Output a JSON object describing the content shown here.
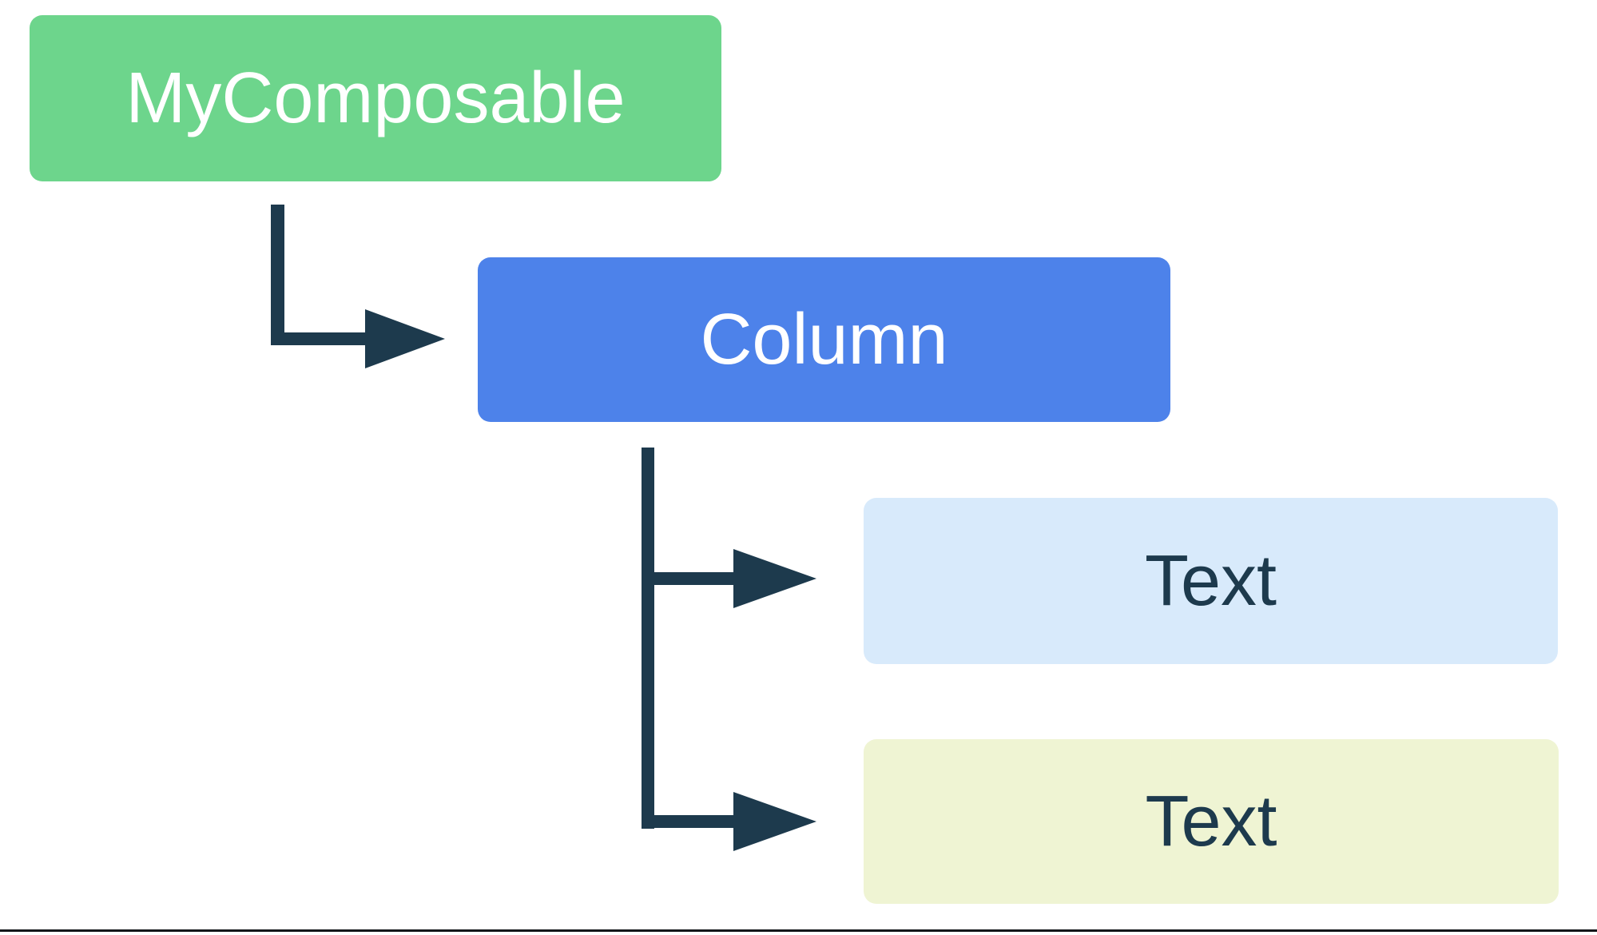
{
  "diagram": {
    "background_color": "#ffffff",
    "connector_color": "#1d3a4d",
    "bottom_rule_color": "#131619",
    "nodes": [
      {
        "id": "mycomposable",
        "label": "MyComposable",
        "fill": "#6dd58c",
        "label_color": "#ffffff"
      },
      {
        "id": "column",
        "label": "Column",
        "fill": "#4d82ea",
        "label_color": "#ffffff"
      },
      {
        "id": "text-1",
        "label": "Text",
        "fill": "#d8eafb",
        "label_color": "#1d3a4d"
      },
      {
        "id": "text-2",
        "label": "Text",
        "fill": "#eff4d3",
        "label_color": "#1d3a4d"
      }
    ],
    "edges": [
      {
        "from": "MyComposable",
        "to": "Column"
      },
      {
        "from": "Column",
        "to": "Text"
      },
      {
        "from": "Column",
        "to": "Text"
      }
    ]
  }
}
